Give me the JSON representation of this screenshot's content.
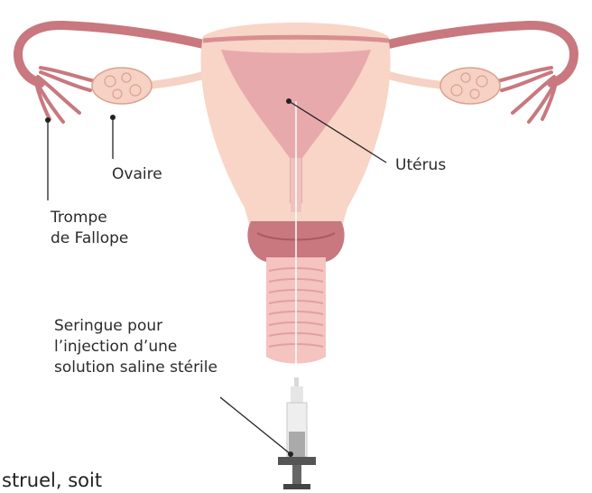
{
  "labels": {
    "fallopian_tube_line1": "Trompe",
    "fallopian_tube_line2": "de Fallope",
    "ovary": "Ovaire",
    "uterus": "Utérus",
    "syringe_line1": "Seringue pour",
    "syringe_line2": "l’injection d’une",
    "syringe_line3": "solution saline stérile"
  },
  "body_text_fragment": "struel, soit",
  "colors": {
    "tissue": "#f8d5c6",
    "tissue_dark": "#c8787e",
    "ovary_fill": "#f5d2c4",
    "cavity": "#e8a9ad",
    "line": "#222222"
  }
}
